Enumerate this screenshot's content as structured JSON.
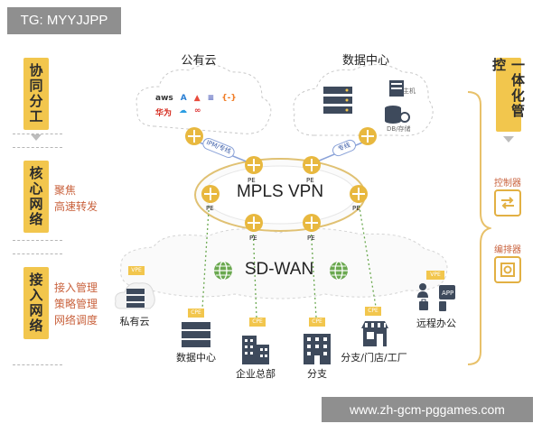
{
  "badge": "TG: MYYJJPP",
  "watermark": "www.zh-gcm-pggames.com",
  "left_sections": [
    {
      "title": "协同分工",
      "items": []
    },
    {
      "title": "核心网络",
      "items": [
        "聚焦",
        "高速转发"
      ]
    },
    {
      "title": "接入网络",
      "items": [
        "接入管理",
        "策略管理",
        "网络调度"
      ]
    }
  ],
  "right_section": {
    "title": "一体化管控",
    "controller": "控制器",
    "orchestrator": "编排器"
  },
  "clouds": {
    "public": {
      "label": "公有云",
      "logos": [
        "aws",
        "A",
        "▲",
        "≡",
        "{-}",
        "华为",
        "☁",
        "∞"
      ]
    },
    "datacenter": {
      "label": "数据中心",
      "host": "主机",
      "db": "DB/存储"
    }
  },
  "core": {
    "label": "MPLS VPN",
    "pe_labels": [
      "PE",
      "PE",
      "PE",
      "PE",
      "PE",
      "PE"
    ],
    "links": [
      "IPM/专线",
      "专线"
    ]
  },
  "sdwan": {
    "label": "SD-WAN"
  },
  "sites": [
    {
      "name": "私有云",
      "tag": "VPE"
    },
    {
      "name": "数据中心",
      "tag": "CPE"
    },
    {
      "name": "企业总部",
      "tag": "CPE"
    },
    {
      "name": "分支",
      "tag": "CPE"
    },
    {
      "name": "分支/门店/工厂",
      "tag": "CPE"
    },
    {
      "name": "远程办公",
      "tag": "VPE"
    }
  ],
  "colors": {
    "gold": "#f2c64d",
    "router": "#e8b83f",
    "accent": "#c9623d",
    "dark": "#3e4a5c"
  }
}
